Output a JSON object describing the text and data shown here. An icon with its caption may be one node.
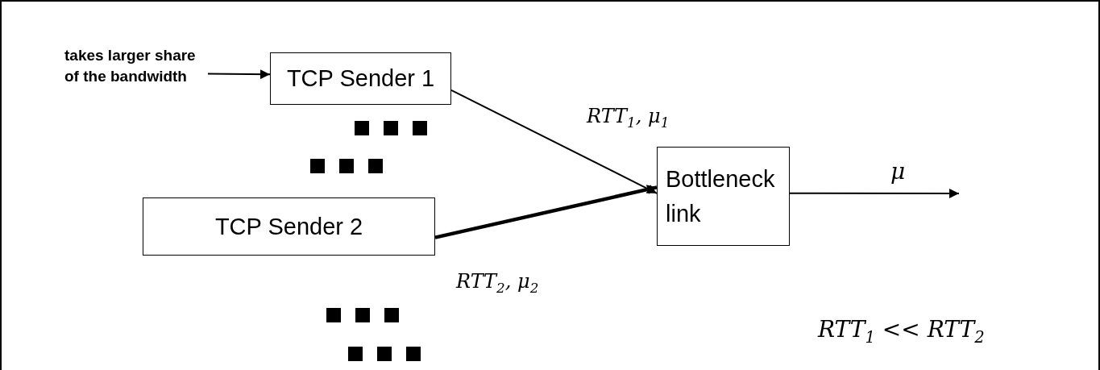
{
  "diagram": {
    "nodes": [
      {
        "text": [
          "takes larger share of the bandwidth"
        ]
      },
      {
        "text": [
          "TCP Sender 1"
        ]
      },
      {
        "text": [
          "TCP Sender 2"
        ]
      },
      {
        "text": [
          "Bottleneck link"
        ]
      }
    ],
    "edges": [
      {
        "from": 0,
        "to": 1,
        "arrow": "to"
      },
      {
        "from": 1,
        "to": 3,
        "arrow": "to",
        "label": "RTT$_{1}$, μ$_{1}$"
      },
      {
        "from": 2,
        "to": 3,
        "arrow": "to",
        "label": "RTT$_{2}$, μ$_{2}$",
        "style": "thick"
      },
      {
        "from": 3,
        "to": null,
        "arrow": "to",
        "label": "μ"
      }
    ],
    "labels": [
      "RTT$_{1}$ << RTT$_{2}$"
    ]
  }
}
